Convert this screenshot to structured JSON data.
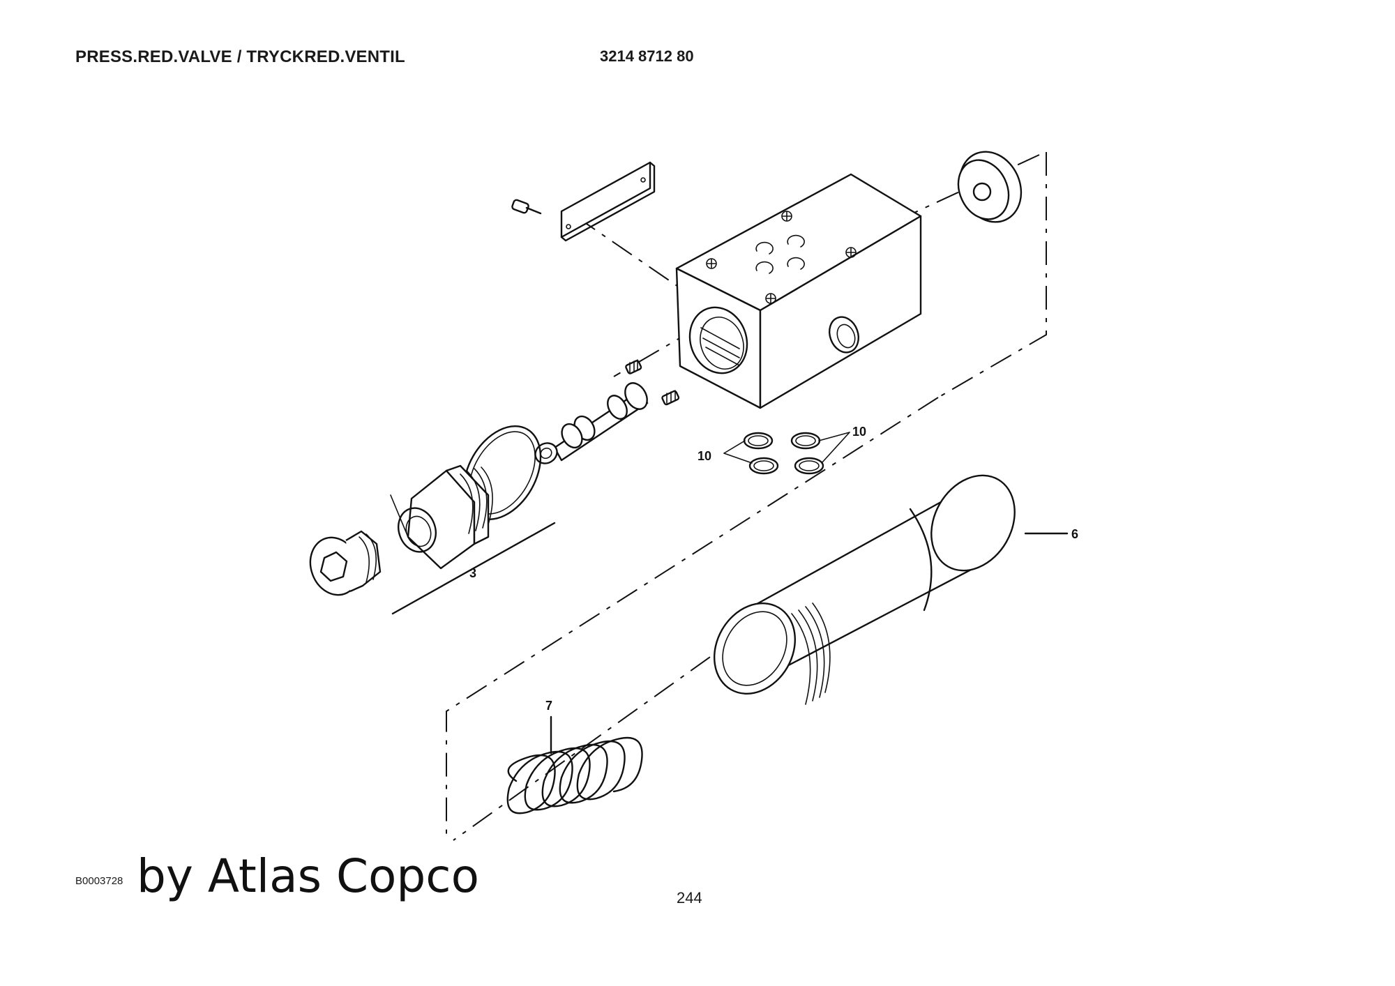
{
  "header": {
    "title": "PRESS.RED.VALVE / TRYCKRED.VENTIL",
    "part_number": "3214 8712 80"
  },
  "footer": {
    "figure_code": "B0003728",
    "watermark": "by Atlas Copco",
    "page_number": "244"
  },
  "callouts": {
    "item3": "3",
    "item6": "6",
    "item7": "7",
    "item10a": "10",
    "item10b": "10"
  }
}
